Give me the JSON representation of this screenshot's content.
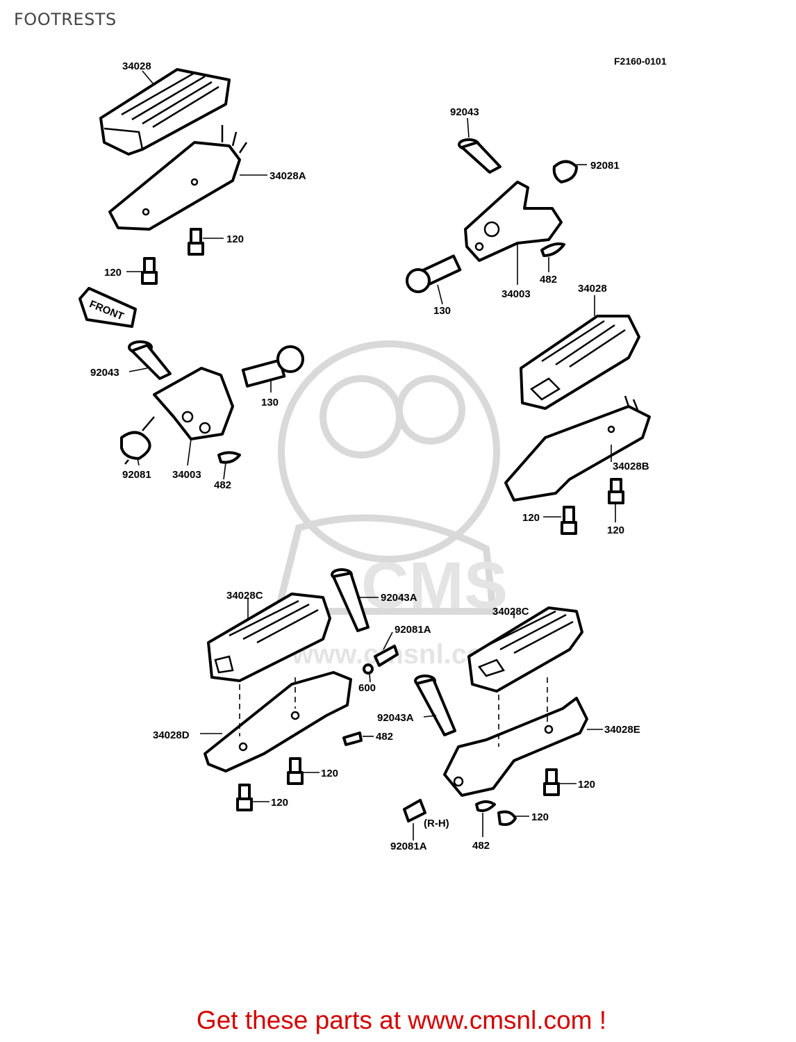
{
  "page": {
    "title": "FOOTRESTS",
    "diagram_id": "F2160-0101"
  },
  "labels": {
    "p34028_a": "34028",
    "p34028A": "34028A",
    "p120_a": "120",
    "p120_b": "120",
    "front": "FRONT",
    "p92043_a": "92043",
    "p130_a": "130",
    "p92081_a": "92081",
    "p34003_a": "34003",
    "p482_a": "482",
    "p92043_b": "92043",
    "p92081_b": "92081",
    "p482_b": "482",
    "p34003_b": "34003",
    "p130_b": "130",
    "p34028_b": "34028",
    "p34028B": "34028B",
    "p120_c": "120",
    "p120_d": "120",
    "p34028C_a": "34028C",
    "p92043A_a": "92043A",
    "p92081A_a": "92081A",
    "p600": "600",
    "p34028D": "34028D",
    "p482_c": "482",
    "p120_e": "120",
    "p120_f": "120",
    "p34028C_b": "34028C",
    "p92043A_b": "92043A",
    "p34028E": "34028E",
    "p120_g": "120",
    "p120_h": "120",
    "p92081A_b": "92081A",
    "p482_d": "482",
    "rh": "(R-H)"
  },
  "watermark": {
    "text1": "CMS",
    "text2": "www.cmsnl.com"
  },
  "footer": {
    "cta": "Get these parts at www.cmsnl.com !"
  },
  "colors": {
    "cta": "#d40000",
    "title": "#444444",
    "watermark": "#d9d9d9"
  }
}
